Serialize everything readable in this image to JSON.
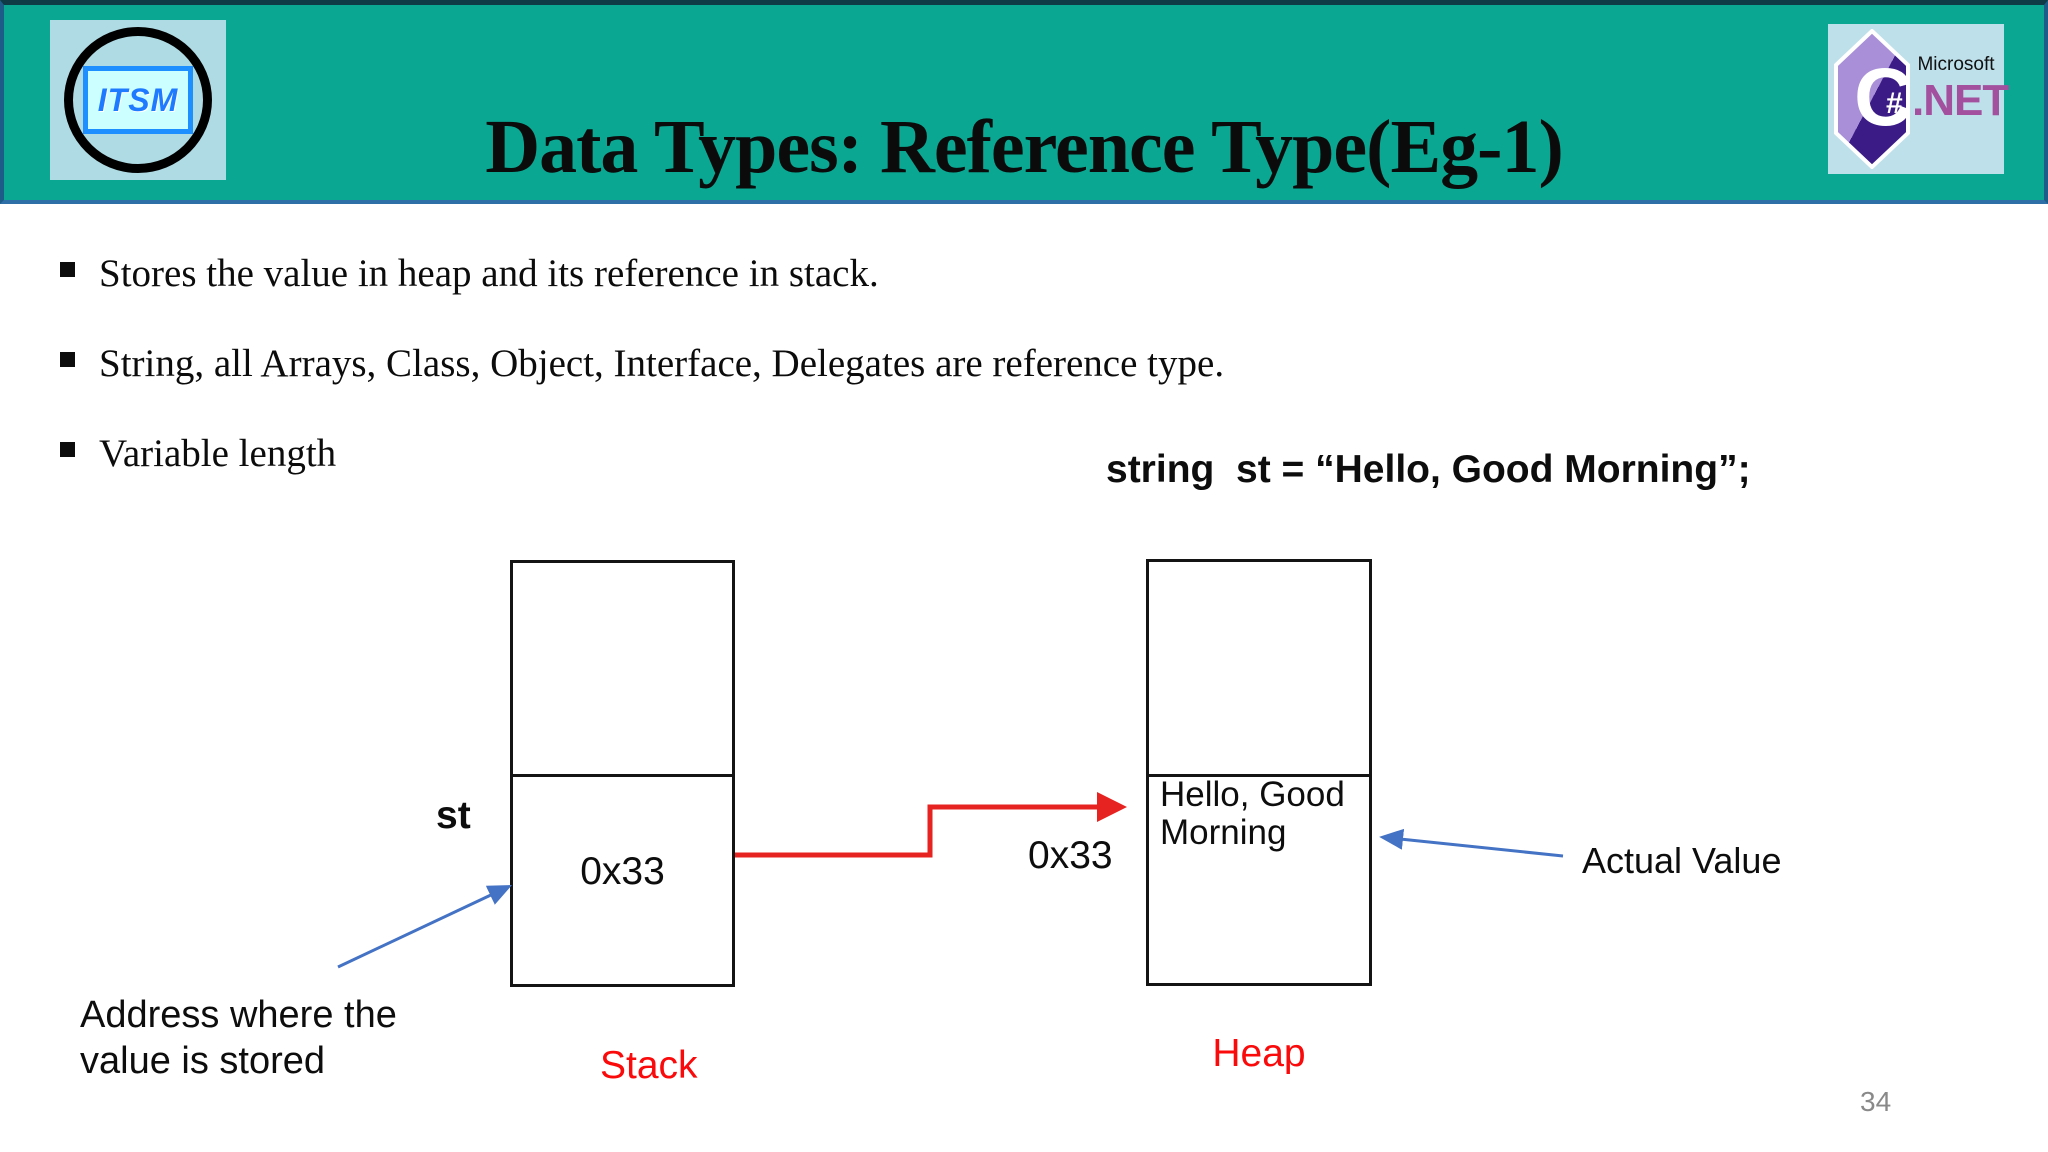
{
  "header": {
    "title": "Data Types: Reference Type(Eg-1)",
    "itsm_logo": {
      "text": "ITSM"
    },
    "dotnet_logo": {
      "microsoft": "Microsoft",
      "net": ".NET",
      "c_letter": "C",
      "hash": "#"
    }
  },
  "bullets": [
    "Stores the value in heap and its reference in stack.",
    "String, all Arrays, Class, Object, Interface, Delegates are reference type.",
    "Variable length"
  ],
  "code_line": "string  st = “Hello, Good Morning”;",
  "diagram": {
    "stack": {
      "variable_label": "st",
      "address_value": "0x33",
      "caption": "Stack"
    },
    "heap": {
      "value": "Hello, Good Morning",
      "address_label": "0x33",
      "caption": "Heap"
    },
    "annotations": {
      "address_note_line1": "Address where the",
      "address_note_line2": "value is stored",
      "actual_value": "Actual Value"
    }
  },
  "page_number": "34",
  "colors": {
    "header_teal": "#0AA792",
    "arrow_red": "#E62321",
    "label_red": "#FA0A0A",
    "arrow_blue": "#4472C4"
  }
}
